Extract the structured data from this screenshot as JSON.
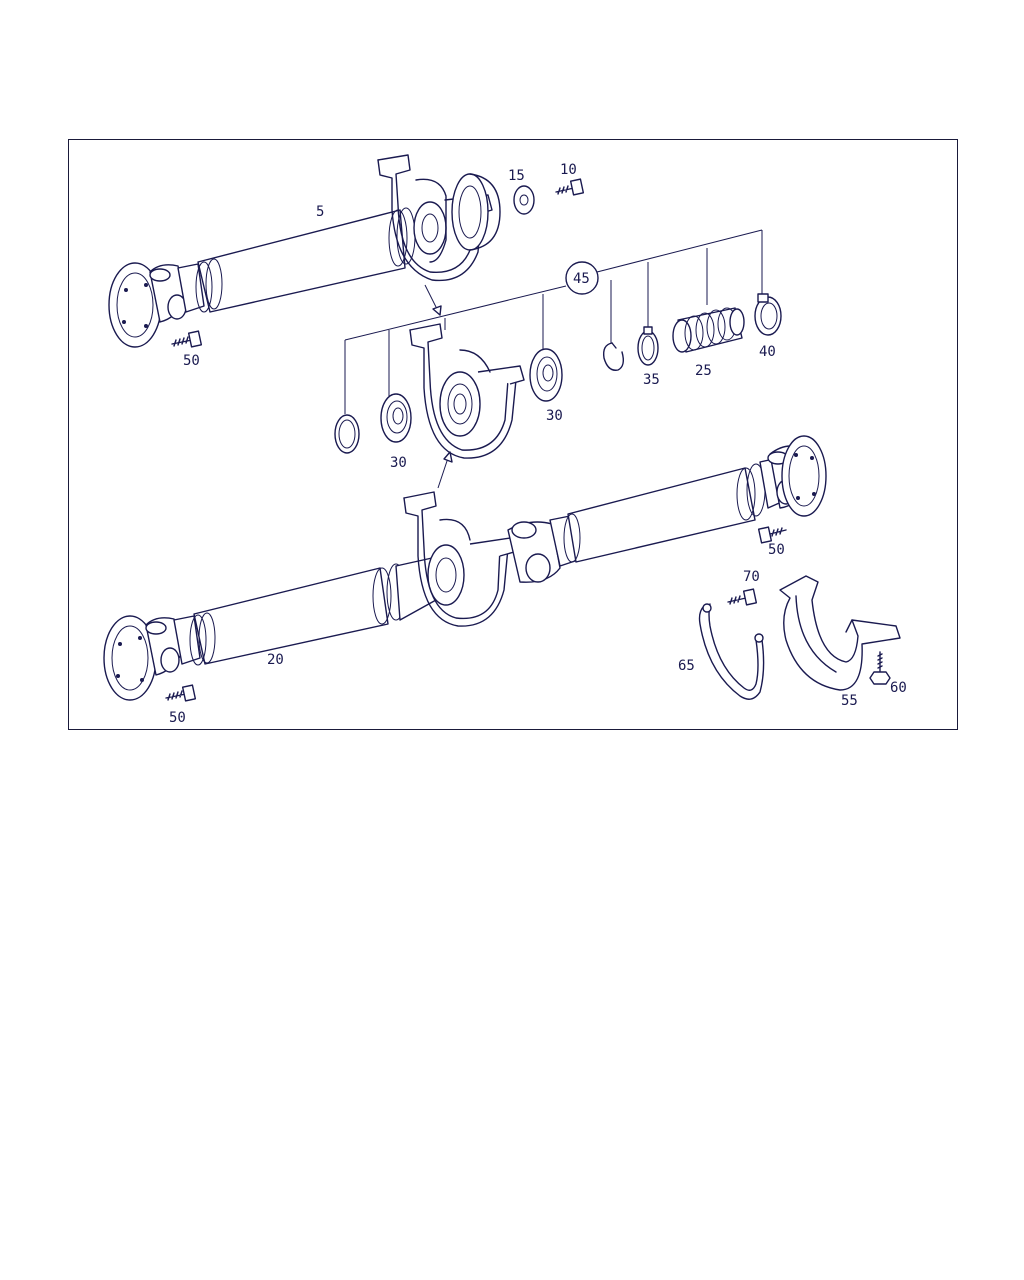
{
  "diagram": {
    "callouts": {
      "c5": "5",
      "c10": "10",
      "c15": "15",
      "c45": "45",
      "c30a": "30",
      "c30b": "30",
      "c35": "35",
      "c25": "25",
      "c40": "40",
      "c50a": "50",
      "c50b": "50",
      "c50c": "50",
      "c20": "20",
      "c70": "70",
      "c65": "65",
      "c55": "55",
      "c60": "60"
    },
    "line_color": "#1a1a50"
  }
}
